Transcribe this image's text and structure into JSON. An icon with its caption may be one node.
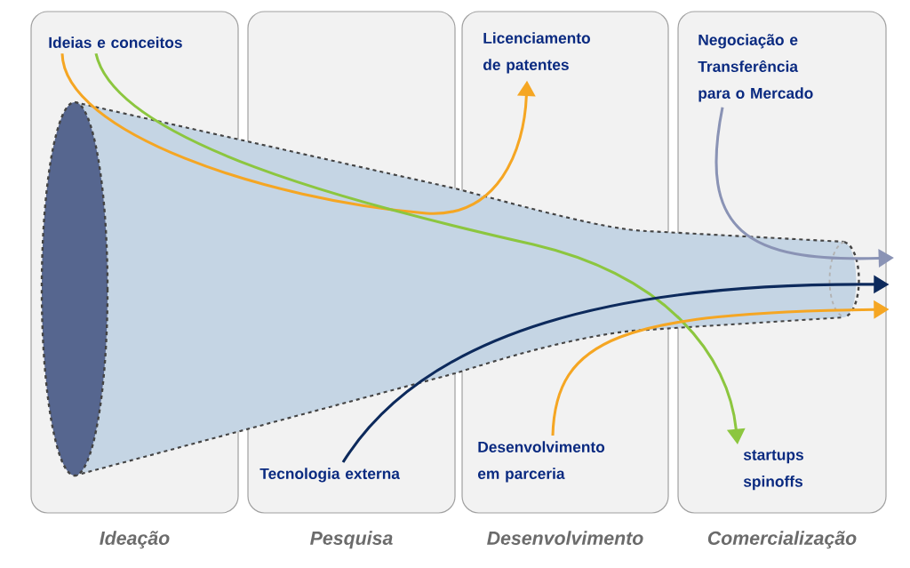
{
  "diagram": {
    "nodes": [
      {
        "text": [
          "Ideação"
        ]
      },
      {
        "text": [
          "Ideias e conceitos"
        ],
        "in": 0
      },
      {
        "text": [
          "Pesquisa"
        ]
      },
      {
        "text": [
          "Tecnologia externa"
        ],
        "in": 2
      },
      {
        "text": [
          "Desenvolvimento"
        ]
      },
      {
        "text": [
          "Licenciamento de patentes"
        ],
        "in": 4
      },
      {
        "text": [
          "Desenvolvimento em parceria"
        ],
        "in": 4
      },
      {
        "text": [
          "Comercialização"
        ]
      },
      {
        "text": [
          "Negociação e Transferência para o Mercado"
        ],
        "in": 7
      },
      {
        "text": [
          "startups spinoffs"
        ],
        "in": 7
      }
    ],
    "edges": [
      {
        "from": 1,
        "to": 5,
        "arrow": "to",
        "color": "#f5a623"
      },
      {
        "from": 1,
        "to": 9,
        "arrow": "to",
        "color": "#8cc63f"
      },
      {
        "from": 3,
        "to": 7,
        "arrow": "to",
        "color": "#0d2a5c"
      },
      {
        "from": 6,
        "to": 7,
        "arrow": "to",
        "color": "#f5a623"
      },
      {
        "from": 8,
        "to": null,
        "arrow": "to",
        "color": "#8a93b5"
      }
    ]
  }
}
